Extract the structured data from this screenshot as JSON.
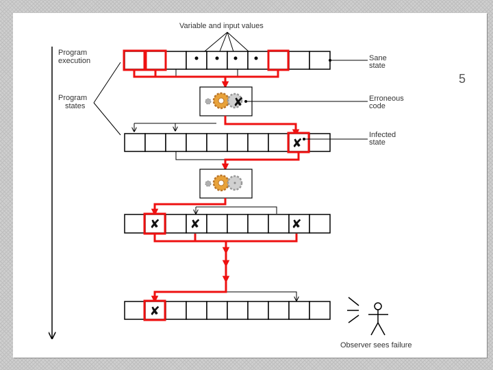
{
  "page_number": "5",
  "labels": {
    "variable_inputs": "Variable and input values",
    "program_execution": [
      "Program",
      "execution"
    ],
    "program_states": [
      "Program",
      "states"
    ],
    "sane_state": [
      "Sane",
      "state"
    ],
    "erroneous_code": [
      "Erroneous",
      "code"
    ],
    "infected_state": [
      "Infected",
      "state"
    ],
    "observer": "Observer sees failure"
  },
  "colors": {
    "infection": "#ee1111",
    "gear_good": "#e8a23a",
    "gear_bad": "#b0b0b0"
  },
  "infection_mark": "✘",
  "icons": [
    "gear-icon",
    "observer-stick-figure-icon",
    "arrow-down-icon"
  ]
}
